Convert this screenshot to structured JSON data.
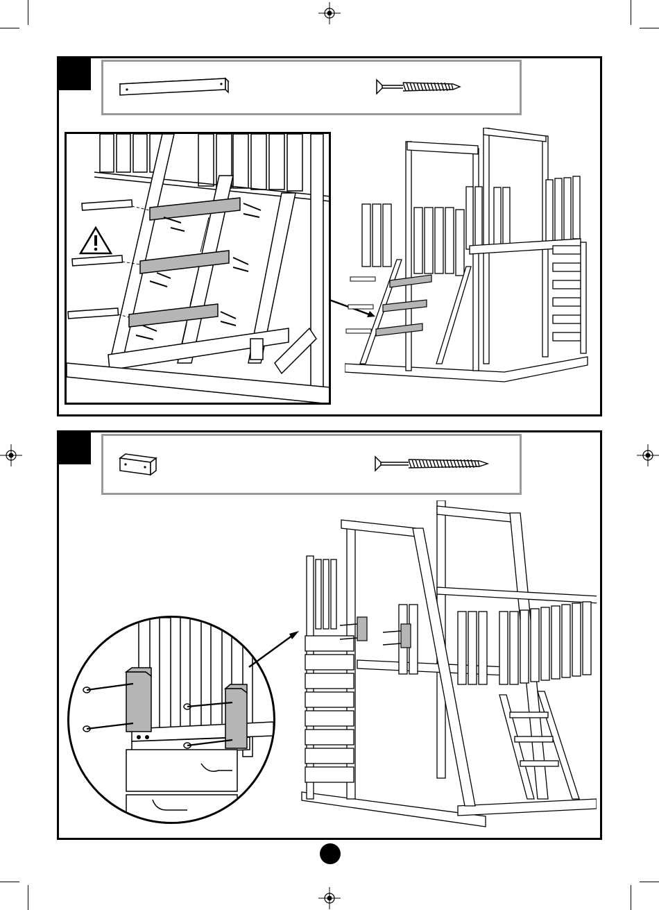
{
  "page": {
    "title": "",
    "page_number": ""
  },
  "icons": {
    "registration_mark": "registration-crosshair",
    "warning": "warning-triangle-exclamation"
  },
  "step1": {
    "parts": [
      "long-board",
      "long-screw"
    ],
    "colors": {
      "part_fill": "#b5b5b5",
      "outline": "#000000",
      "parts_box_border": "#9a9a9a"
    }
  },
  "step2": {
    "parts": [
      "short-block",
      "long-screw"
    ],
    "colors": {
      "part_fill": "#b5b5b5",
      "outline": "#000000"
    }
  }
}
